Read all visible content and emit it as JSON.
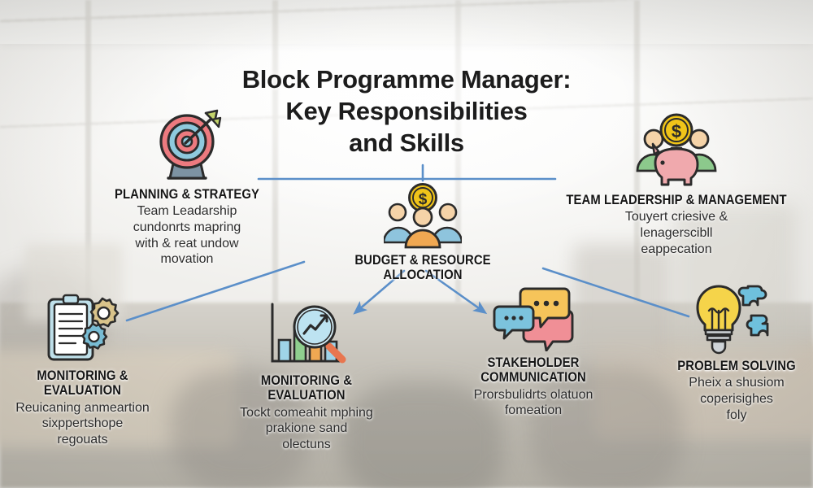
{
  "title": {
    "line1": "Block Programme Manager:",
    "line2": "Key Responsibilities",
    "line3": "and Skills"
  },
  "colors": {
    "connector": "#5b8fc9",
    "title_text": "#1c1c1c",
    "heading_text": "#161616",
    "body_text": "#2b2b2b",
    "coin_gold": "#f0c419",
    "person_blue": "#8ec4dd",
    "person_orange": "#f0a852",
    "piggy_pink": "#f0a9ad",
    "shirt_green": "#8cc98c",
    "target_red": "#ec7a7f",
    "target_blue": "#8ec9dd",
    "bulb_yellow": "#f5d44a",
    "puzzle_blue": "#6fc0dd",
    "bubble_yellow": "#f6c45a",
    "bubble_pink": "#f08f96",
    "bubble_blue": "#7cc3dd",
    "gear_tan": "#d9c38a",
    "gear_blue": "#78bcd4",
    "magnifier_handle": "#e8764f"
  },
  "nodes": [
    {
      "id": "planning",
      "icon": "target-arrow-icon",
      "title": "PLANNING & STRATEGY",
      "desc": "Team Leadarship\ncundonrts mapring\nwith & reat undow\nmovation"
    },
    {
      "id": "team-leadership",
      "icon": "piggy-bank-people-icon",
      "title": "TEAM LEADERSHIP & MANAGEMENT",
      "desc": "Touyert criesive &\nlenagerscibll\neappecation"
    },
    {
      "id": "budget",
      "icon": "people-coin-icon",
      "title": "BUDGET & RESOURCE ALLOCATION",
      "desc": ""
    },
    {
      "id": "monitoring-1",
      "icon": "clipboard-gears-icon",
      "title": "MONITORING & EVALUATION",
      "desc": "Reuicaning anmeartion\nsixppertshope\nregouats"
    },
    {
      "id": "monitoring-2",
      "icon": "bar-chart-magnifier-icon",
      "title": "MONITORING & EVALUATION",
      "desc": "Tockt comeahit mphing\nprakione sand\nolectuns"
    },
    {
      "id": "stakeholder",
      "icon": "speech-bubbles-icon",
      "title": "STAKEHOLDER\nCOMMUNICATION",
      "desc": "Prorsbulidrts olatuon\nfomeation"
    },
    {
      "id": "problem-solving",
      "icon": "lightbulb-puzzle-icon",
      "title": "PROBLEM SOLVING",
      "desc": "Pheix a shusiom\ncoperisighes\nfoly"
    }
  ]
}
